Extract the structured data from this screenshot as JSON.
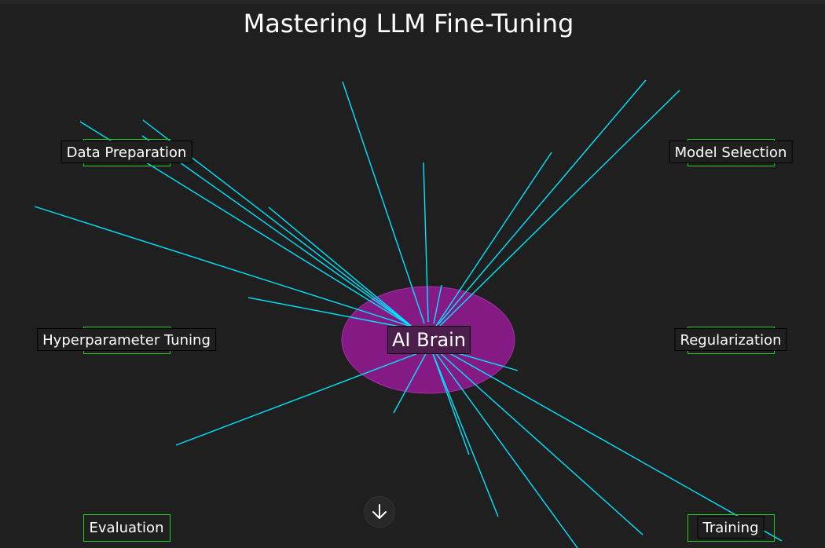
{
  "title": "Mastering LLM Fine-Tuning",
  "center": {
    "label": "AI Brain",
    "fill": "#8b1a8b"
  },
  "nodes": [
    {
      "id": "data-preparation",
      "label": "Data Preparation"
    },
    {
      "id": "model-selection",
      "label": "Model Selection"
    },
    {
      "id": "hyperparameter-tuning",
      "label": "Hyperparameter Tuning"
    },
    {
      "id": "regularization",
      "label": "Regularization"
    },
    {
      "id": "evaluation",
      "label": "Evaluation"
    },
    {
      "id": "training",
      "label": "Training"
    }
  ],
  "colors": {
    "background": "#1f1f1f",
    "ray": "#00e5ff",
    "node_border": "#22cc22",
    "center": "#8b1a8b"
  },
  "scroll_button": {
    "icon": "arrow-down-icon"
  }
}
